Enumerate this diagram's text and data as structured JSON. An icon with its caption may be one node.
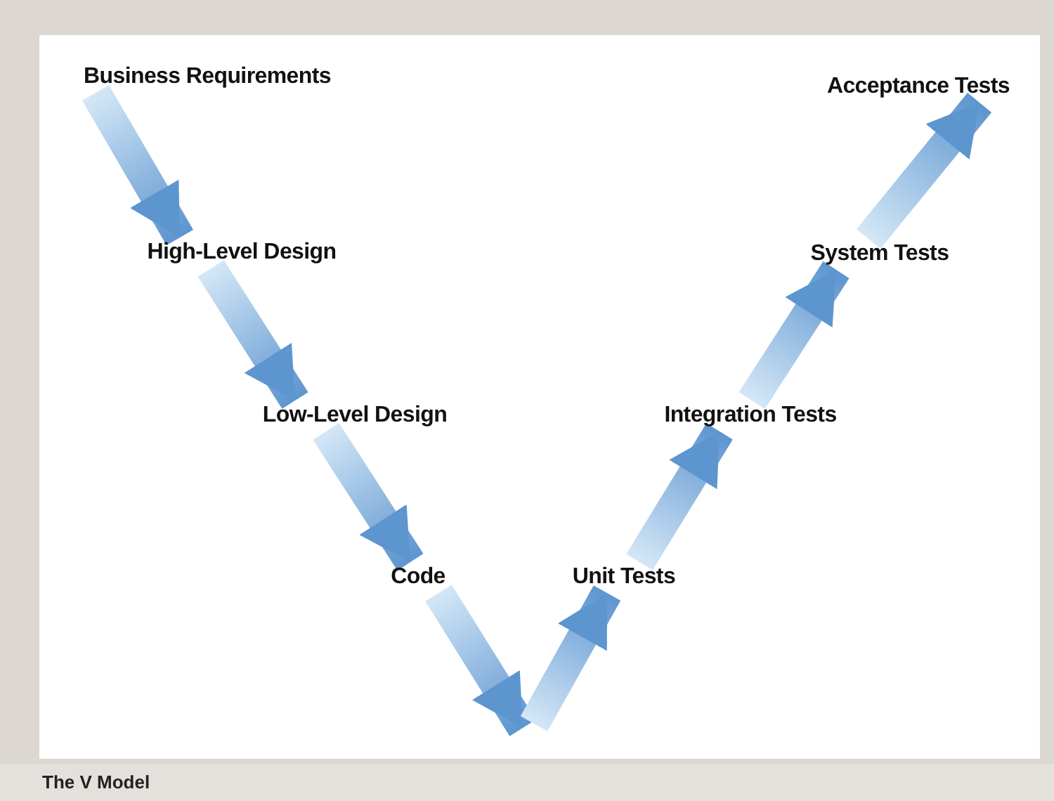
{
  "diagram": {
    "caption": "The V Model",
    "nodes": [
      {
        "text": [
          "Business Requirements"
        ]
      },
      {
        "text": [
          "High-Level Design"
        ]
      },
      {
        "text": [
          "Low-Level Design"
        ]
      },
      {
        "text": [
          "Code"
        ]
      },
      {
        "text": [
          "Unit Tests"
        ]
      },
      {
        "text": [
          "Integration Tests"
        ]
      },
      {
        "text": [
          "System Tests"
        ]
      },
      {
        "text": [
          "Acceptance Tests"
        ]
      }
    ],
    "edges": [
      {
        "from": 0,
        "to": 1,
        "arrow": "to"
      },
      {
        "from": 1,
        "to": 2,
        "arrow": "to"
      },
      {
        "from": 2,
        "to": 3,
        "arrow": "to"
      },
      {
        "from": 3,
        "to": null,
        "arrow": "to"
      },
      {
        "from": null,
        "to": 4,
        "arrow": "to"
      },
      {
        "from": 4,
        "to": 5,
        "arrow": "to"
      },
      {
        "from": 5,
        "to": 6,
        "arrow": "to"
      },
      {
        "from": 6,
        "to": 7,
        "arrow": "to"
      }
    ]
  }
}
